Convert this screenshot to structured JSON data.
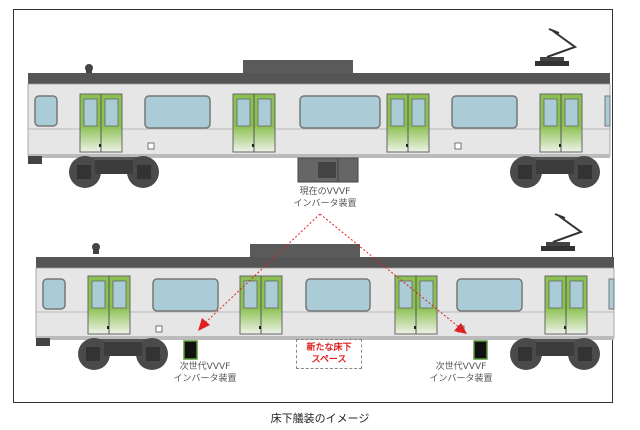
{
  "caption": "床下艤装のイメージ",
  "top_train": {
    "equipment_label_line1": "現在のVVVF",
    "equipment_label_line2": "インバータ装置"
  },
  "bottom_train": {
    "left_equipment_label_line1": "次世代VVVF",
    "left_equipment_label_line2": "インバータ装置",
    "right_equipment_label_line1": "次世代VVVF",
    "right_equipment_label_line2": "インバータ装置",
    "new_space_label_line1": "新たな床下",
    "new_space_label_line2": "スペース"
  },
  "colors": {
    "body": "#e6e6e6",
    "roof": "#555555",
    "window": "#a9ccd6",
    "door_green": "#8cc152",
    "arrow_red": "#e02020",
    "bogie": "#4a4a4a"
  }
}
